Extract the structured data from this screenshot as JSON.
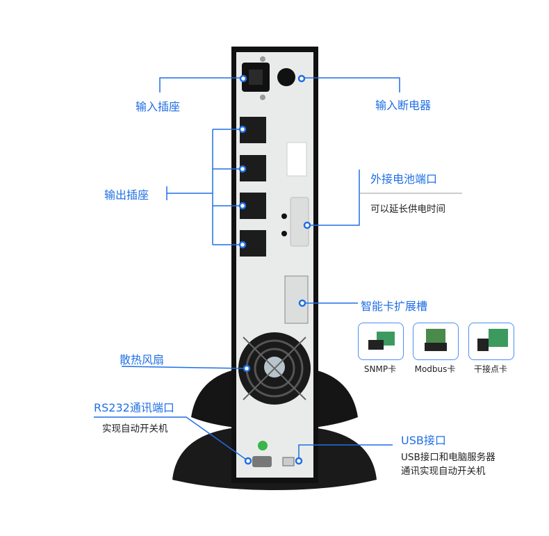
{
  "colors": {
    "accent": "#1f6fe5",
    "device": "#111111",
    "panel": "#e9ebea"
  },
  "labels": {
    "input_socket": "输入插座",
    "input_breaker": "输入断电器",
    "output_sockets": "输出插座",
    "battery_port": "外接电池端口",
    "battery_port_desc": "可以延长供电时间",
    "card_slot": "智能卡扩展槽",
    "fan": "散热风扇",
    "rs232": "RS232通讯端口",
    "rs232_desc": "实现自动开关机",
    "usb": "USB接口",
    "usb_desc_1": "USB接口和电脑服务器",
    "usb_desc_2": "通讯实现自动开关机"
  },
  "cards": [
    {
      "label": "SNMP卡",
      "icon": "snmp-card-icon"
    },
    {
      "label": "Modbus卡",
      "icon": "modbus-card-icon"
    },
    {
      "label": "干接点卡",
      "icon": "dry-contact-card-icon"
    }
  ]
}
